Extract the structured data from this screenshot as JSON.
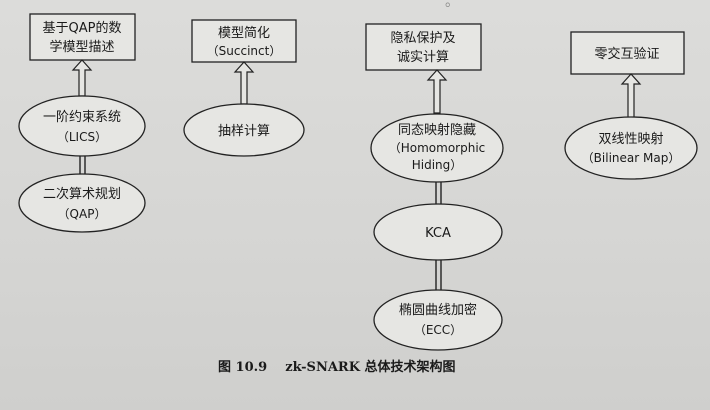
{
  "background_text_top": "。",
  "nodes": {
    "qap_desc": [
      "基于QAP的数",
      "学模型描述"
    ],
    "simplify": [
      "模型简化",
      "（Succinct）"
    ],
    "privacy": [
      "隐私保护及",
      "诚实计算"
    ],
    "zk": [
      "零交互验证"
    ],
    "lics": [
      "一阶约束系统",
      "（LICS）"
    ],
    "sampling": [
      "抽样计算"
    ],
    "hh": [
      "同态映射隐藏",
      "（Homomorphic",
      "Hiding）"
    ],
    "bilinear": [
      "双线性映射",
      "（Bilinear Map）"
    ],
    "qap": [
      "二次算术规划",
      "（QAP）"
    ],
    "kca": [
      "KCA"
    ],
    "ecc": [
      "椭圆曲线加密",
      "（ECC）"
    ]
  },
  "caption": "图 10.9    zk-SNARK 总体技术架构图",
  "colors": {
    "ink": "#1a1a1a",
    "paper": "#d9d9d7"
  }
}
